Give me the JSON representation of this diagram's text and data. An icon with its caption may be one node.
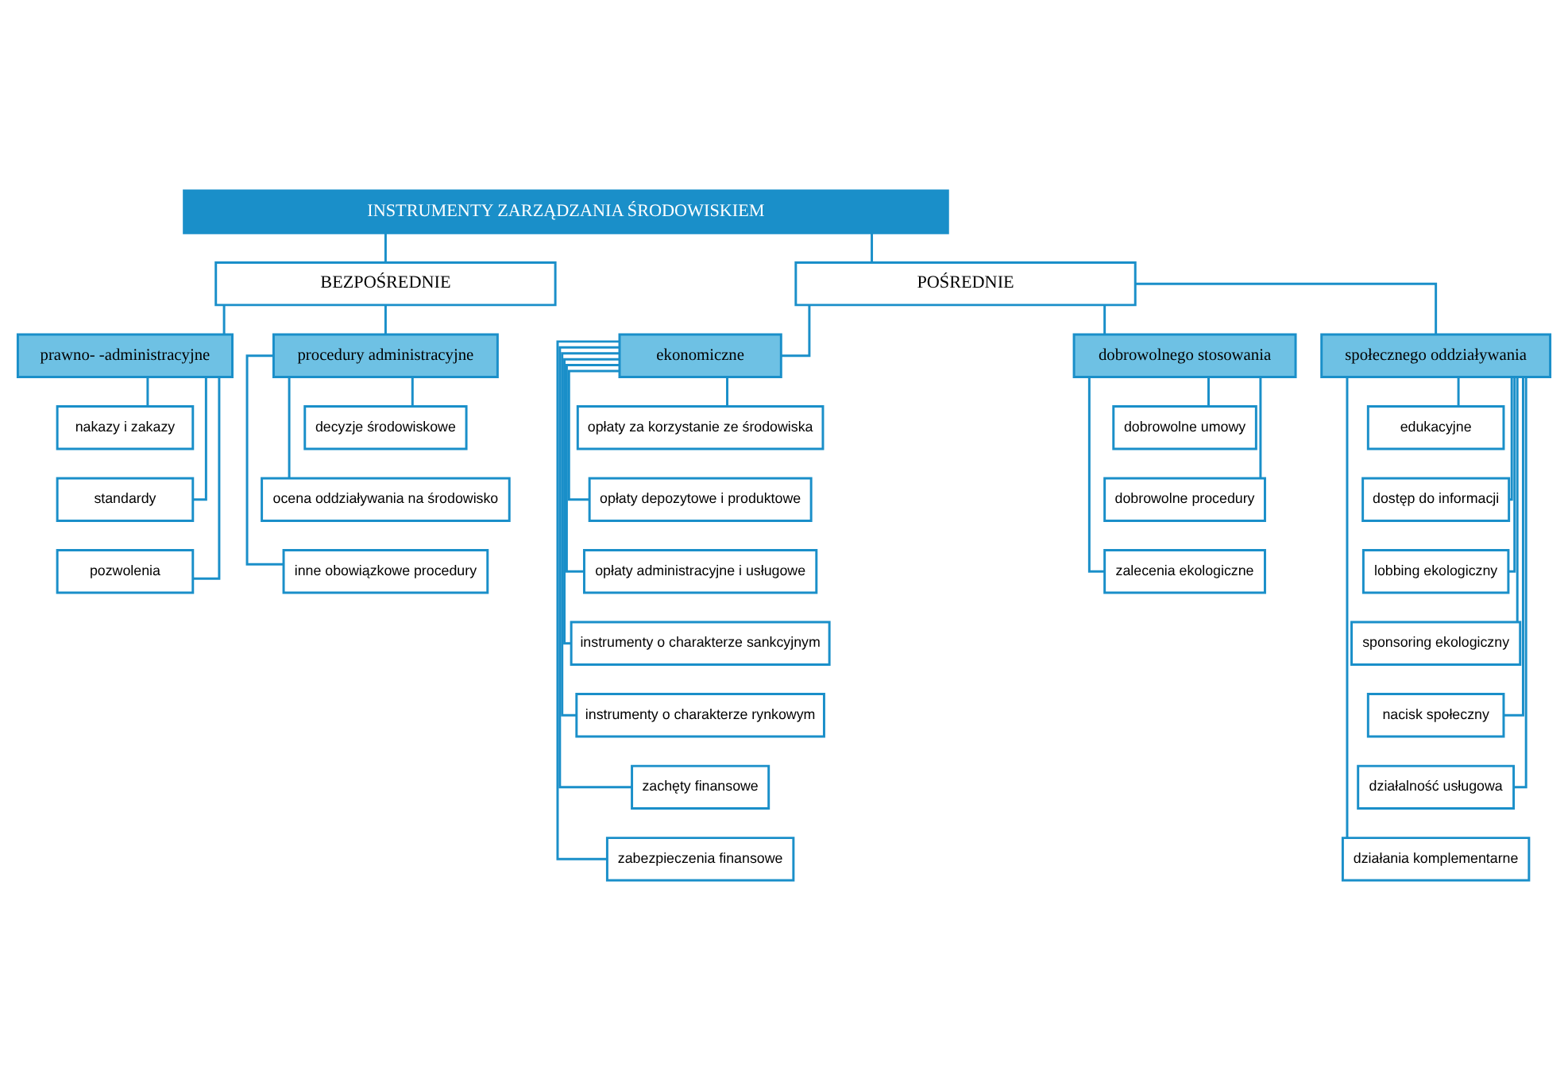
{
  "diagram": {
    "nodes": [
      {
        "text": [
          "INSTRUMENTY ZARZĄDZANIA ŚRODOWISKIEM"
        ]
      },
      {
        "text": [
          "BEZPOŚREDNIE"
        ]
      },
      {
        "text": [
          "POŚREDNIE"
        ]
      },
      {
        "text": [
          "prawno- -administracyjne"
        ]
      },
      {
        "text": [
          "procedury administracyjne"
        ]
      },
      {
        "text": [
          "ekonomiczne"
        ]
      },
      {
        "text": [
          "dobrowolnego stosowania"
        ]
      },
      {
        "text": [
          "społecznego oddziaływania"
        ]
      },
      {
        "text": [
          "nakazy i zakazy"
        ]
      },
      {
        "text": [
          "standardy"
        ]
      },
      {
        "text": [
          "pozwolenia"
        ]
      },
      {
        "text": [
          "decyzje środowiskowe"
        ]
      },
      {
        "text": [
          "ocena oddziaływania na środowisko"
        ]
      },
      {
        "text": [
          "inne obowiązkowe procedury"
        ]
      },
      {
        "text": [
          "opłaty za korzystanie ze środowiska"
        ]
      },
      {
        "text": [
          "opłaty depozytowe i produktowe"
        ]
      },
      {
        "text": [
          "opłaty administracyjne i usługowe"
        ]
      },
      {
        "text": [
          "instrumenty o charakterze sankcyjnym"
        ]
      },
      {
        "text": [
          "instrumenty o charakterze rynkowym"
        ]
      },
      {
        "text": [
          "zachęty finansowe"
        ]
      },
      {
        "text": [
          "zabezpieczenia finansowe"
        ]
      },
      {
        "text": [
          "dobrowolne umowy"
        ]
      },
      {
        "text": [
          "dobrowolne procedury"
        ]
      },
      {
        "text": [
          "zalecenia ekologiczne"
        ]
      },
      {
        "text": [
          "edukacyjne"
        ]
      },
      {
        "text": [
          "dostęp do informacji"
        ]
      },
      {
        "text": [
          "lobbing ekologiczny"
        ]
      },
      {
        "text": [
          "sponsoring ekologiczny"
        ]
      },
      {
        "text": [
          "nacisk społeczny"
        ]
      },
      {
        "text": [
          "działalność usługowa"
        ]
      },
      {
        "text": [
          "działania komplementarne"
        ]
      }
    ],
    "edges": [
      {
        "from": 0,
        "to": 1,
        "arrow": "none"
      },
      {
        "from": 0,
        "to": 2,
        "arrow": "none"
      },
      {
        "from": 1,
        "to": 3,
        "arrow": "none"
      },
      {
        "from": 1,
        "to": 4,
        "arrow": "none"
      },
      {
        "from": 2,
        "to": 5,
        "arrow": "none"
      },
      {
        "from": 2,
        "to": 6,
        "arrow": "none"
      },
      {
        "from": 2,
        "to": 7,
        "arrow": "none"
      },
      {
        "from": 3,
        "to": 8,
        "arrow": "none"
      },
      {
        "from": 3,
        "to": 9,
        "arrow": "none"
      },
      {
        "from": 3,
        "to": 10,
        "arrow": "none"
      },
      {
        "from": 4,
        "to": 11,
        "arrow": "none"
      },
      {
        "from": 4,
        "to": 12,
        "arrow": "none"
      },
      {
        "from": 4,
        "to": 13,
        "arrow": "none"
      },
      {
        "from": 5,
        "to": 14,
        "arrow": "none"
      },
      {
        "from": 5,
        "to": 15,
        "arrow": "none"
      },
      {
        "from": 5,
        "to": 16,
        "arrow": "none"
      },
      {
        "from": 5,
        "to": 17,
        "arrow": "none"
      },
      {
        "from": 5,
        "to": 18,
        "arrow": "none"
      },
      {
        "from": 5,
        "to": 19,
        "arrow": "none"
      },
      {
        "from": 5,
        "to": 20,
        "arrow": "none"
      },
      {
        "from": 6,
        "to": 21,
        "arrow": "none"
      },
      {
        "from": 6,
        "to": 22,
        "arrow": "none"
      },
      {
        "from": 6,
        "to": 23,
        "arrow": "none"
      },
      {
        "from": 7,
        "to": 24,
        "arrow": "none"
      },
      {
        "from": 7,
        "to": 25,
        "arrow": "none"
      },
      {
        "from": 7,
        "to": 26,
        "arrow": "none"
      },
      {
        "from": 7,
        "to": 27,
        "arrow": "none"
      },
      {
        "from": 7,
        "to": 28,
        "arrow": "none"
      },
      {
        "from": 7,
        "to": 29,
        "arrow": "none"
      },
      {
        "from": 7,
        "to": 30,
        "arrow": "none"
      }
    ]
  }
}
